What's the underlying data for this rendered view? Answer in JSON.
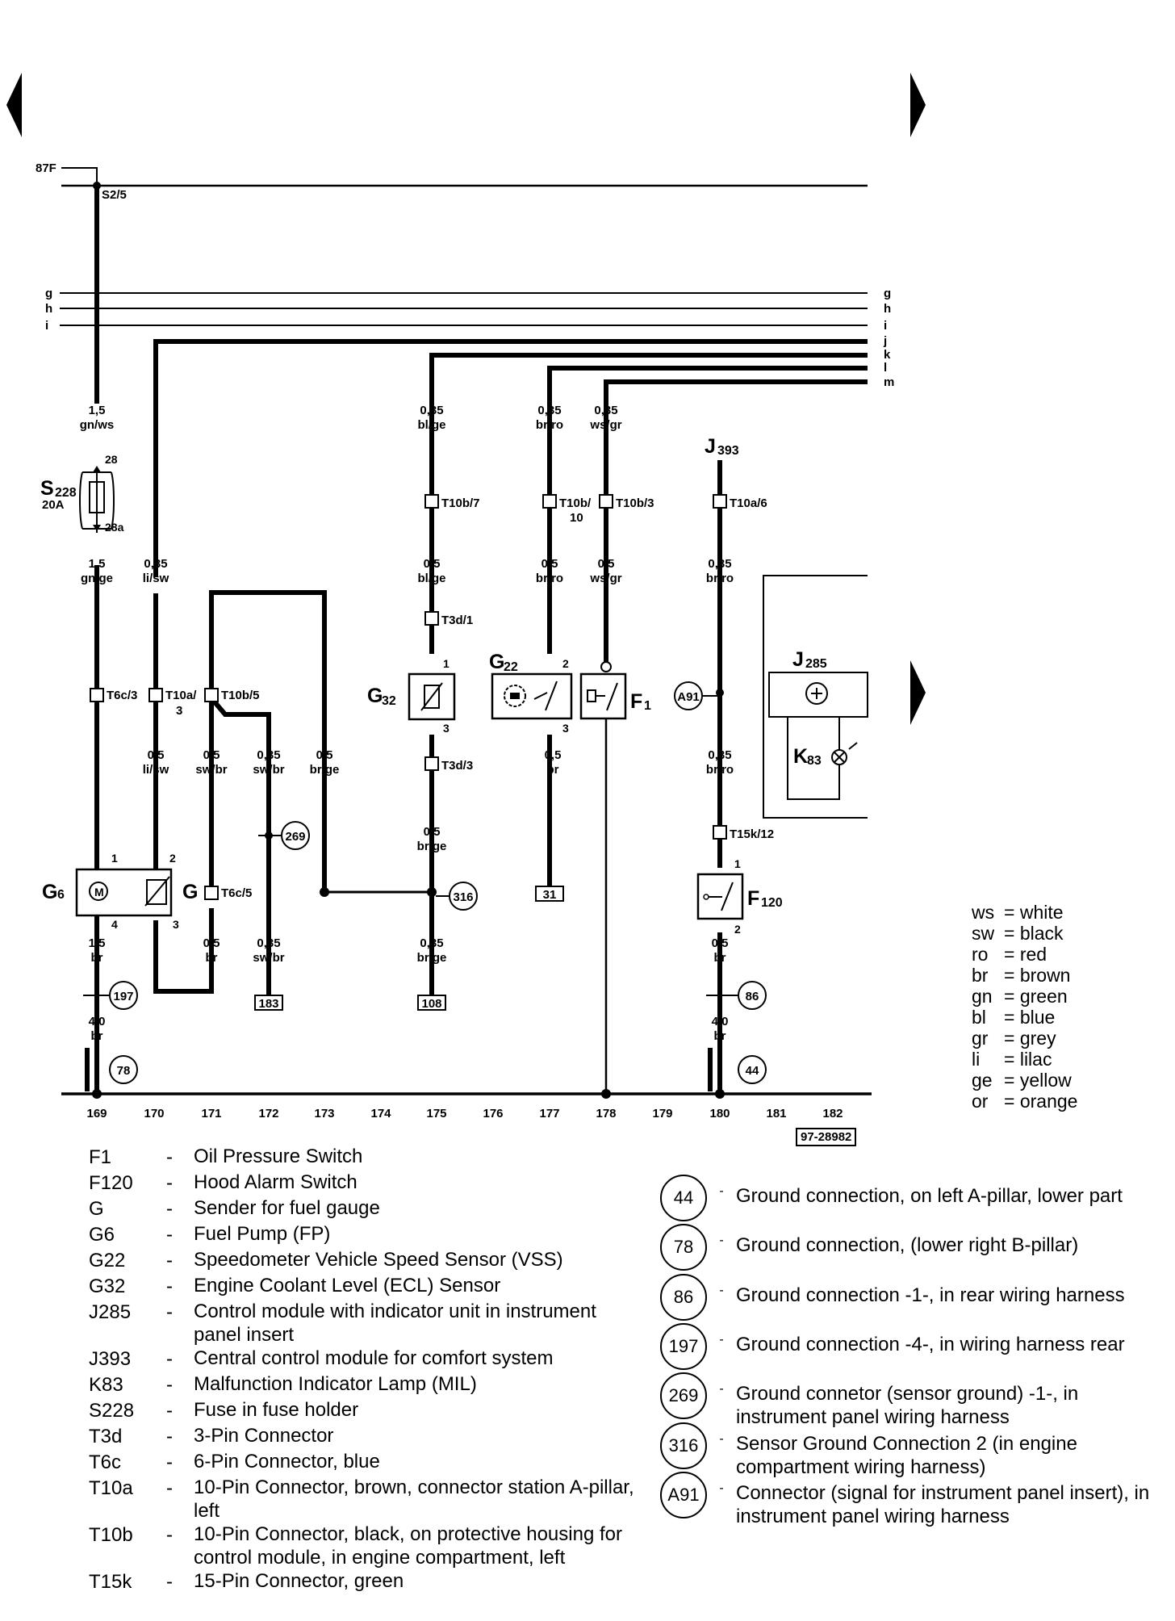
{
  "wire_labels": {
    "c169_top": [
      "1,5",
      "gn/ws"
    ],
    "c169_mid": [
      "1,5",
      "gn/ge"
    ],
    "c169_bot": [
      "1,5",
      "br"
    ],
    "c169_gnd": [
      "4,0",
      "br"
    ],
    "c170_top": [
      "0,35",
      "li/sw"
    ],
    "c170_mid": [
      "0,5",
      "li/sw"
    ],
    "c171_mid": [
      "0,5",
      "sw/br"
    ],
    "c171_bot": [
      "0,5",
      "br"
    ],
    "c172_mid": [
      "0,35",
      "sw/br"
    ],
    "c172_bot": [
      "0,35",
      "sw/br"
    ],
    "c173_mid": [
      "0,5",
      "br/ge"
    ],
    "c175_top": [
      "0,35",
      "bl/ge"
    ],
    "c175_mid": [
      "0,5",
      "bl/ge"
    ],
    "c175_low": [
      "0,5",
      "br/ge"
    ],
    "c175_bot": [
      "0,35",
      "br/ge"
    ],
    "c177_top": [
      "0,35",
      "br/ro"
    ],
    "c177_mid": [
      "0,5",
      "br/ro"
    ],
    "c177_bot": [
      "0,5",
      "br"
    ],
    "c178_top": [
      "0,35",
      "ws/gr"
    ],
    "c178_mid": [
      "0,5",
      "ws/gr"
    ],
    "c180_mid": [
      "0,35",
      "br/ro"
    ],
    "c180_low": [
      "0,35",
      "br/ro"
    ],
    "c180_bot": [
      "0,5",
      "br"
    ],
    "c180_gnd": [
      "4,0",
      "br"
    ]
  },
  "bus_labels": {
    "top": "87F",
    "s_terminal": "S2/5",
    "left": [
      "g",
      "h",
      "i"
    ],
    "right": [
      "g",
      "h",
      "i",
      "j",
      "k",
      "l",
      "m"
    ]
  },
  "components": {
    "s228": "S",
    "s228_sub": "228",
    "s228_amp": "20A",
    "s228_pin_top": "28",
    "s228_pin_bot": "28a",
    "g6": "G",
    "g6_sub": "6",
    "g": "G",
    "g32": "G",
    "g32_sub": "32",
    "g22": "G",
    "g22_sub": "22",
    "f1": "F",
    "f1_sub": "1",
    "j393": "J",
    "j393_sub": "393",
    "j285": "J",
    "j285_sub": "285",
    "k83": "K",
    "k83_sub": "83",
    "f120": "F",
    "f120_sub": "120"
  },
  "connectors": {
    "t6c3": "T6c/3",
    "t10a3": "T10a/",
    "t10a3_b": "3",
    "t10b5": "T10b/5",
    "t10b7": "T10b/7",
    "t10b10": "T10b/",
    "t10b10_b": "10",
    "t10b3": "T10b/3",
    "t10a6": "T10a/6",
    "t3d1": "T3d/1",
    "t3d3": "T3d/3",
    "t6c5": "T6c/5",
    "t15k12": "T15k/12"
  },
  "pins": {
    "g6_1": "1",
    "g6_2": "2",
    "g6_4": "4",
    "g6_3": "3",
    "g32_1": "1",
    "g32_3": "3",
    "g22_2": "2",
    "g22_3": "3",
    "f120_1": "1",
    "f120_2": "2"
  },
  "ground_circles": {
    "c197": "197",
    "c78": "78",
    "c269": "269",
    "c316": "316",
    "ca91": "A91",
    "c86": "86",
    "c44": "44"
  },
  "term_boxes": {
    "b183": "183",
    "b108": "108",
    "b31": "31"
  },
  "columns": [
    "169",
    "170",
    "171",
    "172",
    "173",
    "174",
    "175",
    "176",
    "177",
    "178",
    "179",
    "180",
    "181",
    "182"
  ],
  "ref": "97-28982",
  "components_legend": [
    {
      "code": "F1",
      "desc": "Oil Pressure Switch"
    },
    {
      "code": "F120",
      "desc": "Hood Alarm Switch"
    },
    {
      "code": "G",
      "desc": "Sender for fuel gauge"
    },
    {
      "code": "G6",
      "desc": "Fuel Pump (FP)"
    },
    {
      "code": "G22",
      "desc": "Speedometer Vehicle Speed Sensor (VSS)"
    },
    {
      "code": "G32",
      "desc": "Engine Coolant Level (ECL) Sensor"
    },
    {
      "code": "J285",
      "desc": "Control module with indicator unit in instrument panel insert"
    },
    {
      "code": "J393",
      "desc": "Central control module for comfort system"
    },
    {
      "code": "K83",
      "desc": "Malfunction Indicator Lamp (MIL)"
    },
    {
      "code": "S228",
      "desc": "Fuse in fuse holder"
    },
    {
      "code": "T3d",
      "desc": "3-Pin Connector"
    },
    {
      "code": "T6c",
      "desc": "6-Pin Connector, blue"
    },
    {
      "code": "T10a",
      "desc": "10-Pin Connector, brown, connector station A-pillar, left"
    },
    {
      "code": "T10b",
      "desc": "10-Pin Connector, black, on protective housing for control module, in engine compartment, left"
    },
    {
      "code": "T15k",
      "desc": "15-Pin Connector, green"
    }
  ],
  "ground_legend": [
    {
      "code": "44",
      "desc": "Ground connection, on left A-pillar, lower part"
    },
    {
      "code": "78",
      "desc": "Ground connection, (lower right B-pillar)"
    },
    {
      "code": "86",
      "desc": "Ground connection -1-, in rear wiring harness"
    },
    {
      "code": "197",
      "desc": "Ground connection -4-, in wiring harness rear"
    },
    {
      "code": "269",
      "desc": "Ground connetor (sensor ground) -1-, in instrument panel wiring harness"
    },
    {
      "code": "316",
      "desc": "Sensor Ground Connection 2 (in engine compartment wiring harness)"
    },
    {
      "code": "A91",
      "desc": "Connector (signal for instrument panel insert), in instrument panel wiring harness"
    }
  ],
  "color_legend": [
    {
      "code": "ws",
      "name": "white"
    },
    {
      "code": "sw",
      "name": "black"
    },
    {
      "code": "ro",
      "name": "red"
    },
    {
      "code": "br",
      "name": "brown"
    },
    {
      "code": "gn",
      "name": "green"
    },
    {
      "code": "bl",
      "name": "blue"
    },
    {
      "code": "gr",
      "name": "grey"
    },
    {
      "code": "li",
      "name": "lilac"
    },
    {
      "code": "ge",
      "name": "yellow"
    },
    {
      "code": "or",
      "name": "orange"
    }
  ],
  "dash": "-",
  "eq": "="
}
